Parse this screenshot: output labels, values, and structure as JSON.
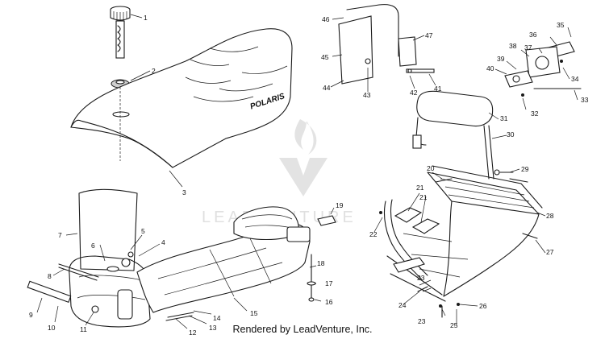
{
  "credit": "Rendered by LeadVenture, Inc.",
  "watermark": "LEADVENTURE",
  "brand_mark": "POLARIS",
  "callouts": [
    "1",
    "2",
    "3",
    "4",
    "5",
    "6",
    "7",
    "8",
    "9",
    "10",
    "11",
    "12",
    "13",
    "14",
    "15",
    "16",
    "17",
    "18",
    "19",
    "20",
    "21",
    "21",
    "22",
    "23",
    "23",
    "24",
    "25",
    "26",
    "27",
    "28",
    "29",
    "30",
    "31",
    "32",
    "33",
    "34",
    "35",
    "36",
    "37",
    "38",
    "39",
    "40",
    "41",
    "42",
    "43",
    "44",
    "45",
    "46",
    "47"
  ],
  "colors": {
    "line": "#1a1a1a",
    "background": "#ffffff",
    "watermark": "#e0e0e0"
  }
}
